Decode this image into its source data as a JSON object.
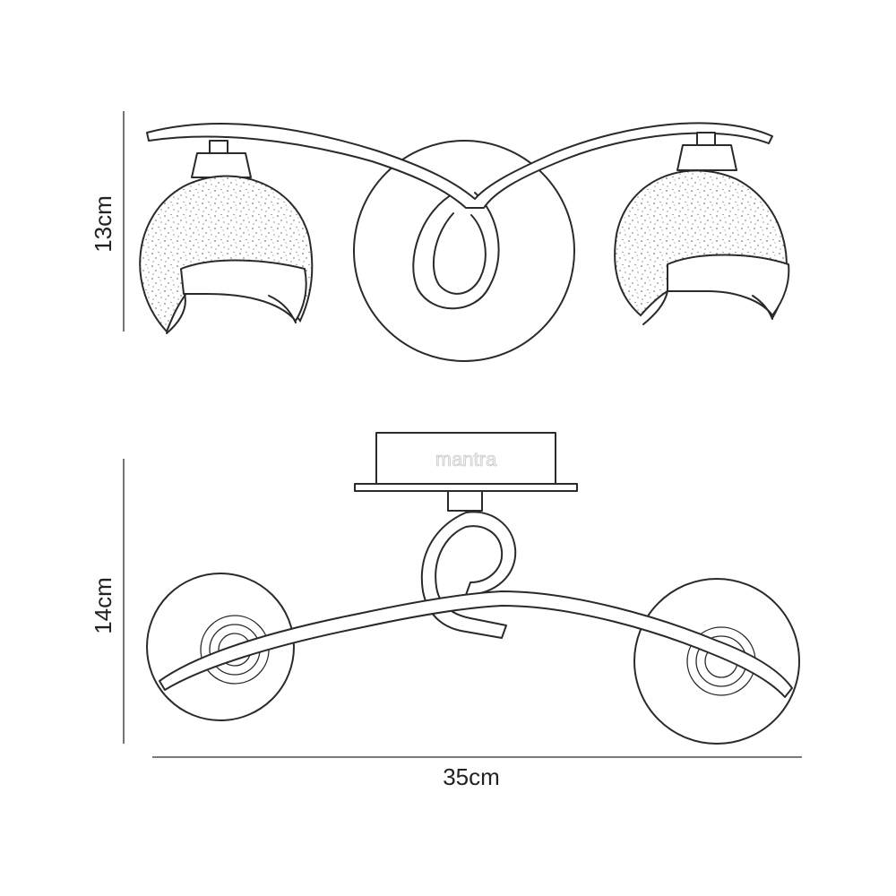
{
  "dimensions": {
    "height_top": "13cm",
    "height_bottom": "14cm",
    "width": "35cm"
  },
  "colors": {
    "line": "#2a2a2a",
    "speckle": "#555555",
    "background": "#ffffff"
  }
}
